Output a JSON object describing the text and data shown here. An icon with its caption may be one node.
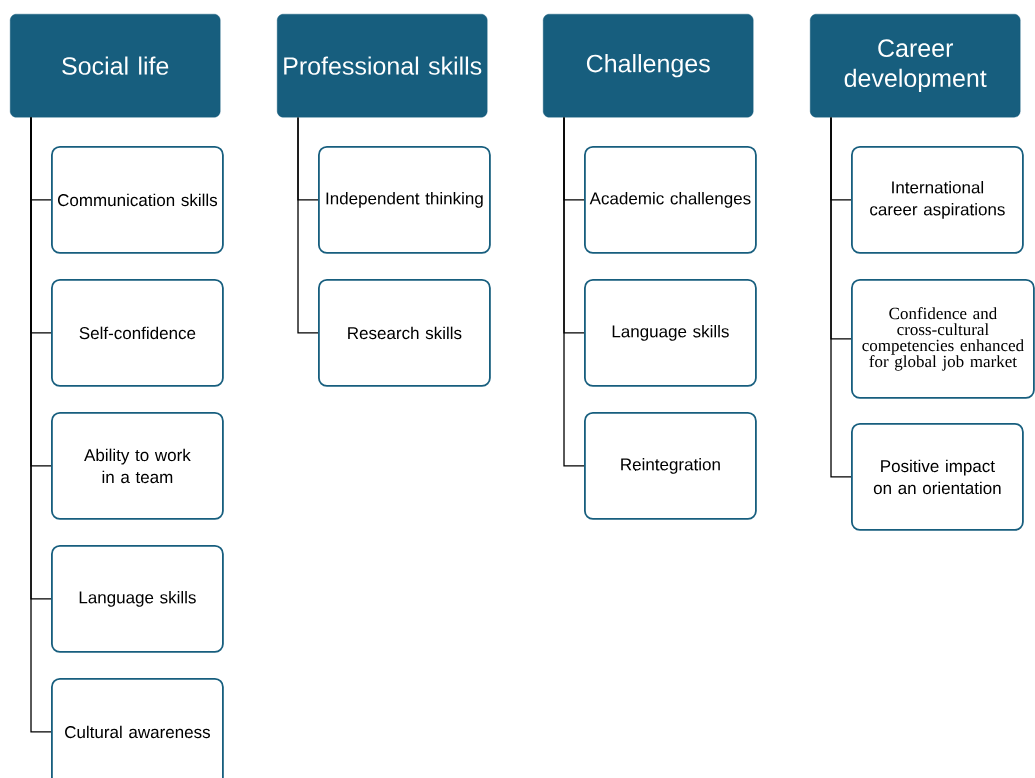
{
  "diagram": {
    "nodes": [
      {
        "text": [
          "Social life"
        ]
      },
      {
        "text": [
          "Communication skills"
        ]
      },
      {
        "text": [
          "Self-confidence"
        ]
      },
      {
        "text": [
          "Ability to work in a team"
        ]
      },
      {
        "text": [
          "Language skills"
        ]
      },
      {
        "text": [
          "Cultural awareness"
        ]
      },
      {
        "text": [
          "Professional skills"
        ]
      },
      {
        "text": [
          "Independent thinking"
        ]
      },
      {
        "text": [
          "Research skills"
        ]
      },
      {
        "text": [
          "Challenges"
        ]
      },
      {
        "text": [
          "Academic challenges"
        ]
      },
      {
        "text": [
          "Language skills"
        ]
      },
      {
        "text": [
          "Reintegration"
        ]
      },
      {
        "text": [
          "Career development"
        ]
      },
      {
        "text": [
          "International career aspirations"
        ]
      },
      {
        "text": [
          "Confidence and cross-cultural competencies enhanced for global job market"
        ]
      },
      {
        "text": [
          "Positive impact on an orientation"
        ]
      }
    ],
    "edges": [
      {
        "from": 0,
        "to": 1,
        "arrow": "none"
      },
      {
        "from": 0,
        "to": 2,
        "arrow": "none"
      },
      {
        "from": 0,
        "to": 3,
        "arrow": "none"
      },
      {
        "from": 0,
        "to": 4,
        "arrow": "none"
      },
      {
        "from": 0,
        "to": 5,
        "arrow": "none"
      },
      {
        "from": 6,
        "to": 7,
        "arrow": "none"
      },
      {
        "from": 6,
        "to": 8,
        "arrow": "none"
      },
      {
        "from": 9,
        "to": 10,
        "arrow": "none"
      },
      {
        "from": 9,
        "to": 11,
        "arrow": "none"
      },
      {
        "from": 9,
        "to": 12,
        "arrow": "none"
      },
      {
        "from": 13,
        "to": 14,
        "arrow": "none"
      },
      {
        "from": 13,
        "to": 15,
        "arrow": "none"
      },
      {
        "from": 13,
        "to": 16,
        "arrow": "none"
      }
    ]
  }
}
